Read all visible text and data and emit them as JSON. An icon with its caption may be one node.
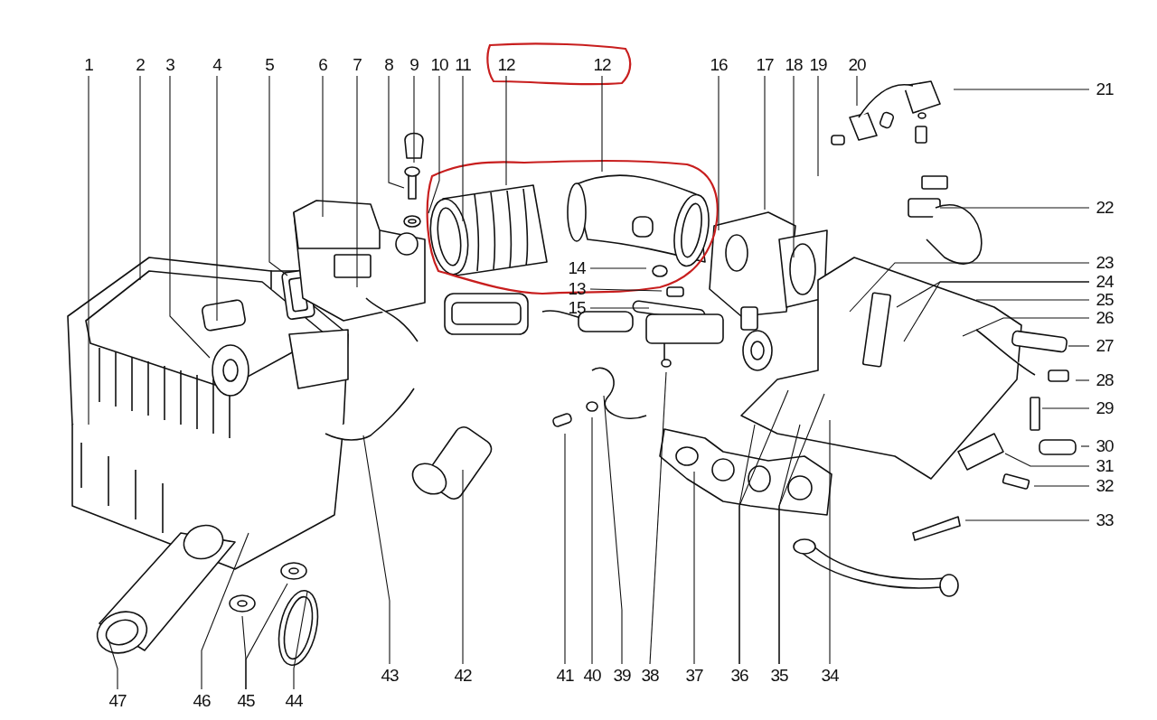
{
  "diagram": {
    "nodes": [
      {
        "text": [
          "1"
        ]
      },
      {
        "text": [
          "2"
        ]
      },
      {
        "text": [
          "3"
        ]
      },
      {
        "text": [
          "4"
        ]
      },
      {
        "text": [
          "5"
        ]
      },
      {
        "text": [
          "6"
        ]
      },
      {
        "text": [
          "7"
        ]
      },
      {
        "text": [
          "8"
        ]
      },
      {
        "text": [
          "9"
        ]
      },
      {
        "text": [
          "10"
        ]
      },
      {
        "text": [
          "11"
        ]
      },
      {
        "text": [
          "12"
        ]
      },
      {
        "text": [
          "12"
        ]
      },
      {
        "text": [
          "13"
        ]
      },
      {
        "text": [
          "14"
        ]
      },
      {
        "text": [
          "15"
        ]
      },
      {
        "text": [
          "16"
        ]
      },
      {
        "text": [
          "17"
        ]
      },
      {
        "text": [
          "18"
        ]
      },
      {
        "text": [
          "19"
        ]
      },
      {
        "text": [
          "20"
        ]
      },
      {
        "text": [
          "21"
        ]
      },
      {
        "text": [
          "22"
        ]
      },
      {
        "text": [
          "23"
        ]
      },
      {
        "text": [
          "24"
        ]
      },
      {
        "text": [
          "25"
        ]
      },
      {
        "text": [
          "26"
        ]
      },
      {
        "text": [
          "27"
        ]
      },
      {
        "text": [
          "28"
        ]
      },
      {
        "text": [
          "29"
        ]
      },
      {
        "text": [
          "30"
        ]
      },
      {
        "text": [
          "31"
        ]
      },
      {
        "text": [
          "32"
        ]
      },
      {
        "text": [
          "33"
        ]
      },
      {
        "text": [
          "34"
        ]
      },
      {
        "text": [
          "35"
        ]
      },
      {
        "text": [
          "36"
        ]
      },
      {
        "text": [
          "37"
        ]
      },
      {
        "text": [
          "38"
        ]
      },
      {
        "text": [
          "39"
        ]
      },
      {
        "text": [
          "40"
        ]
      },
      {
        "text": [
          "41"
        ]
      },
      {
        "text": [
          "42"
        ]
      },
      {
        "text": [
          "43"
        ]
      },
      {
        "text": [
          "44"
        ]
      },
      {
        "text": [
          "45"
        ]
      },
      {
        "text": [
          "46"
        ]
      },
      {
        "text": [
          "47"
        ]
      }
    ],
    "edges": [
      {
        "from": 0,
        "to": null,
        "arrow": "none"
      },
      {
        "from": 1,
        "to": null,
        "arrow": "none"
      },
      {
        "from": 2,
        "to": null,
        "arrow": "none"
      },
      {
        "from": 3,
        "to": null,
        "arrow": "none"
      },
      {
        "from": 4,
        "to": null,
        "arrow": "none"
      },
      {
        "from": 5,
        "to": null,
        "arrow": "none"
      },
      {
        "from": 6,
        "to": null,
        "arrow": "none"
      },
      {
        "from": 7,
        "to": null,
        "arrow": "none"
      },
      {
        "from": 8,
        "to": null,
        "arrow": "none"
      },
      {
        "from": 9,
        "to": null,
        "arrow": "none"
      },
      {
        "from": 10,
        "to": null,
        "arrow": "none"
      },
      {
        "from": 11,
        "to": null,
        "arrow": "none"
      },
      {
        "from": 12,
        "to": null,
        "arrow": "none"
      },
      {
        "from": 13,
        "to": null,
        "arrow": "none"
      },
      {
        "from": 14,
        "to": null,
        "arrow": "none"
      },
      {
        "from": 15,
        "to": null,
        "arrow": "none"
      },
      {
        "from": 16,
        "to": null,
        "arrow": "none"
      },
      {
        "from": 17,
        "to": null,
        "arrow": "none"
      },
      {
        "from": 18,
        "to": null,
        "arrow": "none"
      },
      {
        "from": 19,
        "to": null,
        "arrow": "none"
      },
      {
        "from": 20,
        "to": null,
        "arrow": "none"
      },
      {
        "from": 21,
        "to": null,
        "arrow": "none"
      },
      {
        "from": 22,
        "to": null,
        "arrow": "none"
      },
      {
        "from": 23,
        "to": null,
        "arrow": "none"
      },
      {
        "from": 24,
        "to": null,
        "arrow": "none"
      },
      {
        "from": 24,
        "to": null,
        "arrow": "none"
      },
      {
        "from": 25,
        "to": null,
        "arrow": "none"
      },
      {
        "from": 26,
        "to": null,
        "arrow": "none"
      },
      {
        "from": 27,
        "to": null,
        "arrow": "none"
      },
      {
        "from": 28,
        "to": null,
        "arrow": "none"
      },
      {
        "from": 29,
        "to": null,
        "arrow": "none"
      },
      {
        "from": 30,
        "to": null,
        "arrow": "none"
      },
      {
        "from": 31,
        "to": null,
        "arrow": "none"
      },
      {
        "from": 32,
        "to": null,
        "arrow": "none"
      },
      {
        "from": 33,
        "to": null,
        "arrow": "none"
      },
      {
        "from": 34,
        "to": null,
        "arrow": "none"
      },
      {
        "from": 35,
        "to": null,
        "arrow": "none"
      },
      {
        "from": 35,
        "to": null,
        "arrow": "none"
      },
      {
        "from": 36,
        "to": null,
        "arrow": "none"
      },
      {
        "from": 36,
        "to": null,
        "arrow": "none"
      },
      {
        "from": 37,
        "to": null,
        "arrow": "none"
      },
      {
        "from": 38,
        "to": null,
        "arrow": "none"
      },
      {
        "from": 39,
        "to": null,
        "arrow": "none"
      },
      {
        "from": 40,
        "to": null,
        "arrow": "none"
      },
      {
        "from": 41,
        "to": null,
        "arrow": "none"
      },
      {
        "from": 42,
        "to": null,
        "arrow": "none"
      },
      {
        "from": 43,
        "to": null,
        "arrow": "none"
      },
      {
        "from": 44,
        "to": null,
        "arrow": "none"
      },
      {
        "from": 45,
        "to": null,
        "arrow": "none"
      },
      {
        "from": 45,
        "to": null,
        "arrow": "none"
      },
      {
        "from": 46,
        "to": null,
        "arrow": "none"
      },
      {
        "from": 47,
        "to": null,
        "arrow": "none"
      }
    ]
  }
}
